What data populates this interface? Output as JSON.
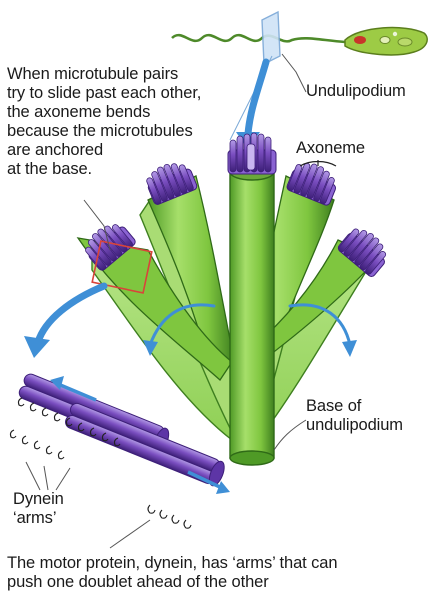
{
  "labels": {
    "intro": "When microtubule pairs\ntry to slide past each other,\nthe axoneme bends\nbecause the microtubules\nare anchored\nat the base.",
    "undulipodium": "Undulipodium",
    "axoneme": "Axoneme",
    "base": "Base of\nundulipodium",
    "dynein": "Dynein\n‘arms’",
    "caption": "The motor protein, dynein, has ‘arms’ that can\npush one doublet ahead of the other"
  },
  "colors": {
    "tube_green": "#7fc63f",
    "tube_green_dark": "#3e7f1f",
    "tube_green_light": "#b9e58a",
    "microtubule_purple": "#7a4ec0",
    "microtubule_dark": "#4b2690",
    "microtubule_light": "#a98be0",
    "arrow_blue": "#3f8fd6",
    "highlight_red": "#d9443a",
    "organism_green": "#8dbd3a"
  }
}
